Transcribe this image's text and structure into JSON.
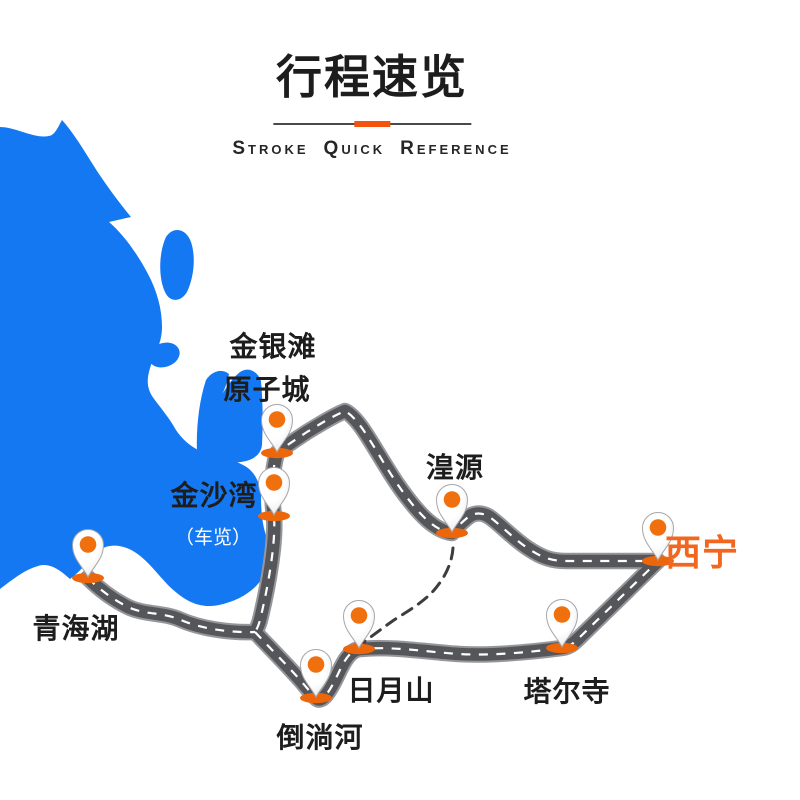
{
  "title": {
    "heading": "行程速览",
    "subtitle_words": [
      "Stroke",
      "Quick",
      "Reference"
    ]
  },
  "colors": {
    "lake_blue": "#1478f2",
    "road_gray": "#55565a",
    "road_edge_gray": "#97979b",
    "road_dash_white": "#ffffff",
    "divider_accent_orange": "#f5520c",
    "pin_orange": "#f0700e",
    "pin_shadow_orange": "#ee660a",
    "highlight_station_orange": "#f2671f",
    "label_black": "#1d1d1d"
  },
  "stations": [
    {
      "id": "qinghai-lake",
      "name": "青海湖"
    },
    {
      "id": "jinshawan",
      "name": "金沙湾",
      "note": "（车览）"
    },
    {
      "id": "jinyintan-yuanzicheng",
      "name": "金银滩",
      "name_line2": "原子城"
    },
    {
      "id": "huangyuan",
      "name": "湟源"
    },
    {
      "id": "xining",
      "name": "西宁",
      "highlighted": true
    },
    {
      "id": "taersi",
      "name": "塔尔寺"
    },
    {
      "id": "riyueshan",
      "name": "日月山"
    },
    {
      "id": "daotanghe",
      "name": "倒淌河"
    }
  ]
}
